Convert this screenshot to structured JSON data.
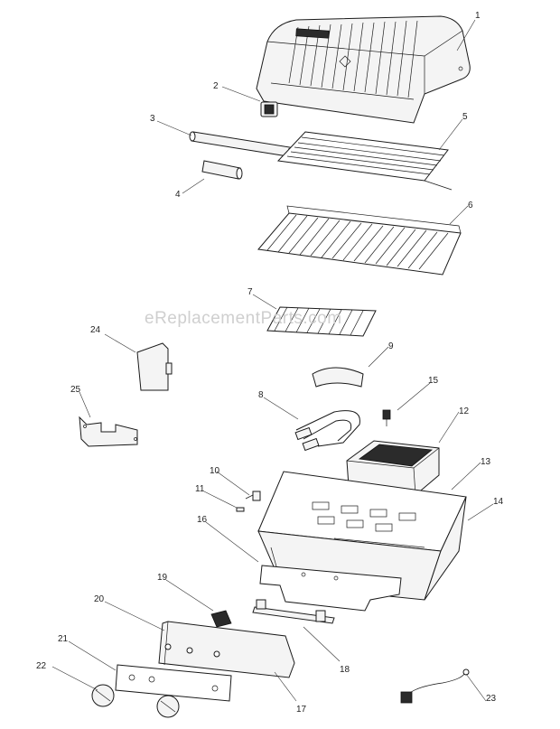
{
  "watermark": "eReplacementParts.com",
  "callouts": [
    "1",
    "2",
    "3",
    "4",
    "5",
    "6",
    "7",
    "8",
    "9",
    "10",
    "11",
    "12",
    "13",
    "14",
    "15",
    "16",
    "17",
    "18",
    "19",
    "20",
    "21",
    "22",
    "23",
    "24",
    "25"
  ]
}
